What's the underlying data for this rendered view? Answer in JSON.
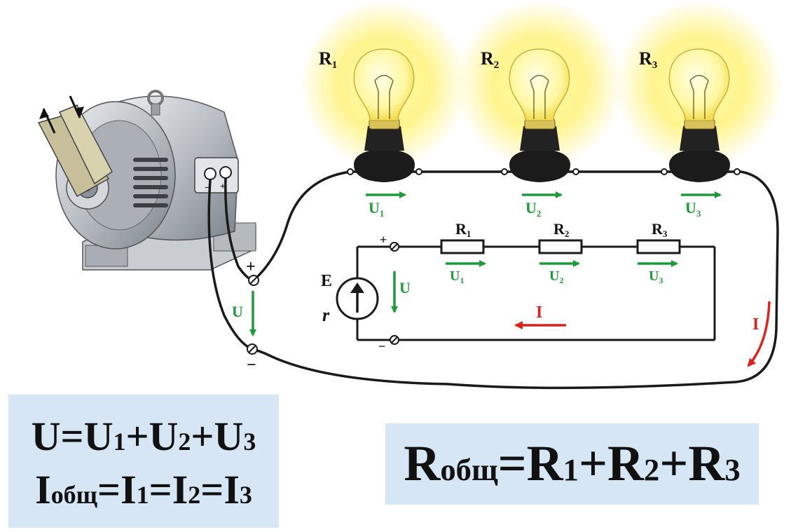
{
  "colors": {
    "wire": "#1a1a1a",
    "voltage_arrow": "#1f9a3a",
    "current_arrow": "#d9251d",
    "formula_bg": "#d6e6f5",
    "glow": "#fff27a"
  },
  "generator": {
    "plus_sign": "+",
    "minus_sign": "−"
  },
  "lamps": [
    {
      "label": "R",
      "sub": "1",
      "voltage": "U",
      "voltage_sub": "1"
    },
    {
      "label": "R",
      "sub": "2",
      "voltage": "U",
      "voltage_sub": "2"
    },
    {
      "label": "R",
      "sub": "3",
      "voltage": "U",
      "voltage_sub": "3"
    }
  ],
  "terminals": {
    "plus": "+",
    "minus": "−",
    "voltage": "U"
  },
  "schematic": {
    "emf": "E",
    "internal_resistance": "r",
    "plus": "+",
    "minus": "−",
    "voltage": "U",
    "current": "I",
    "resistors": [
      {
        "label": "R",
        "sub": "1",
        "voltage": "U",
        "voltage_sub": "1"
      },
      {
        "label": "R",
        "sub": "2",
        "voltage": "U",
        "voltage_sub": "2"
      },
      {
        "label": "R",
        "sub": "3",
        "voltage": "U",
        "voltage_sub": "3"
      }
    ]
  },
  "outer_current": "I",
  "formulas": {
    "voltage": {
      "lhs": "U",
      "eq": "=",
      "t1": "U",
      "s1": "1",
      "p1": "+",
      "t2": "U",
      "s2": "2",
      "p2": "+",
      "t3": "U",
      "s3": "3"
    },
    "current": {
      "lhs": "I",
      "lhs_sub": "общ",
      "eq1": "=",
      "t1": "I",
      "s1": "1",
      "eq2": "=",
      "t2": "I",
      "s2": "2",
      "eq3": "=",
      "t3": "I",
      "s3": "3"
    },
    "resistance": {
      "lhs": "R",
      "lhs_sub": "общ",
      "eq": "=",
      "t1": "R",
      "s1": "1",
      "p1": "+",
      "t2": "R",
      "s2": "2",
      "p2": "+",
      "t3": "R",
      "s3": "3"
    }
  }
}
